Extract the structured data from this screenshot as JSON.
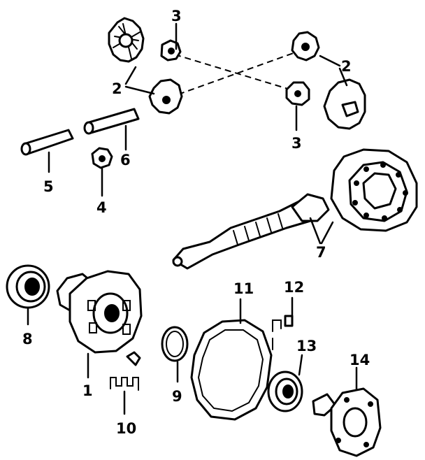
{
  "callouts": {
    "c1": "1",
    "c2a": "2",
    "c2b": "2",
    "c3a": "3",
    "c3b": "3",
    "c4": "4",
    "c5": "5",
    "c6": "6",
    "c7": "7",
    "c8": "8",
    "c9": "9",
    "c10": "10",
    "c11": "11",
    "c12": "12",
    "c13": "13",
    "c14": "14"
  },
  "style": {
    "ink": "#000000",
    "paper": "#ffffff"
  }
}
